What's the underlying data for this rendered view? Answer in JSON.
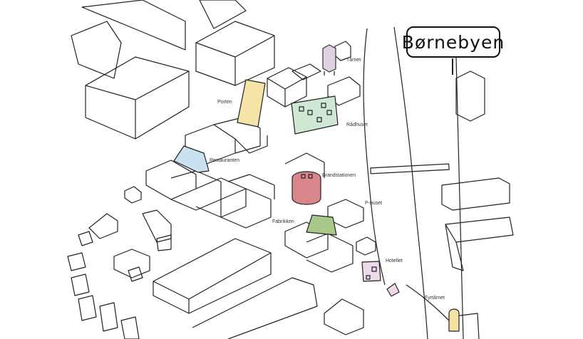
{
  "title": "Børnebyen",
  "labels": {
    "taarnet": "Tårnet",
    "porten": "Porten",
    "raadhuset": "Rådhuset",
    "restauranten": "Restauranten",
    "brandstationen": "Brandstationen",
    "phuset": "P-huset",
    "fabrikken": "Fabrikken",
    "hotellet": "Hotellet",
    "fyrtaarnet": "Fyrtårnet"
  },
  "colors": {
    "taarnet": "#e2cfe6",
    "porten": "#f6e3a8",
    "raadhuset": "#cfe8d4",
    "restauranten": "#c9e2f2",
    "brandstationen": "#d9868a",
    "fabrikken": "#a9c98a",
    "hotellet": "#eedbea",
    "fyrtaarnet": "#f4e3a0",
    "ink": "#222222"
  }
}
